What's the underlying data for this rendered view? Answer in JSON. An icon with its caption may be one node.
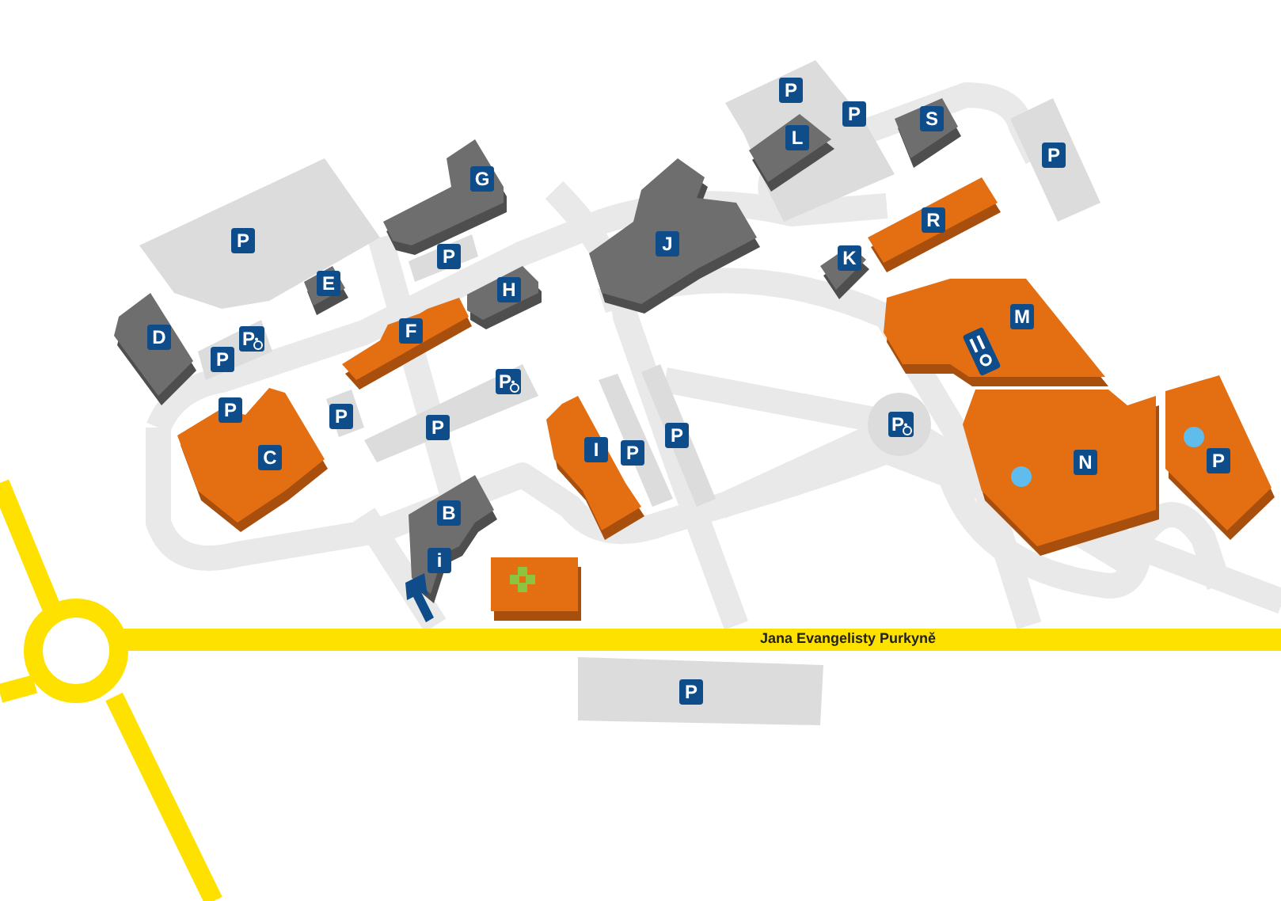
{
  "diagram": {
    "nodes": [
      {
        "text": [
          "P"
        ]
      },
      {
        "text": [
          "D"
        ]
      },
      {
        "text": [
          "E"
        ]
      },
      {
        "text": [
          "G"
        ]
      },
      {
        "text": [
          "P"
        ]
      },
      {
        "text": [
          "H"
        ]
      },
      {
        "text": [
          "F"
        ]
      },
      {
        "text": [
          "P",
          "P"
        ]
      },
      {
        "text": [
          "C"
        ]
      },
      {
        "text": [
          "P"
        ]
      },
      {
        "text": [
          "P",
          "P"
        ]
      },
      {
        "text": [
          "I"
        ]
      },
      {
        "text": [
          "P"
        ]
      },
      {
        "text": [
          "P"
        ]
      },
      {
        "text": [
          "B"
        ]
      },
      {
        "text": [],
        "shape": "box"
      },
      {
        "text": [
          "J"
        ]
      },
      {
        "text": [
          "P",
          "P"
        ]
      },
      {
        "text": [
          "L"
        ],
        "in": 17
      },
      {
        "text": [
          "S"
        ]
      },
      {
        "text": [
          "P"
        ]
      },
      {
        "text": [
          "K"
        ]
      },
      {
        "text": [
          "R"
        ]
      },
      {
        "text": [
          "M"
        ]
      },
      {
        "text": [
          "N"
        ]
      },
      {
        "text": [
          "P"
        ]
      },
      {
        "text": [
          "P"
        ]
      },
      {
        "text": [
          "P"
        ]
      }
    ],
    "labels": [
      "P",
      "i",
      "Jana Evangelisty Purkyně"
    ]
  }
}
